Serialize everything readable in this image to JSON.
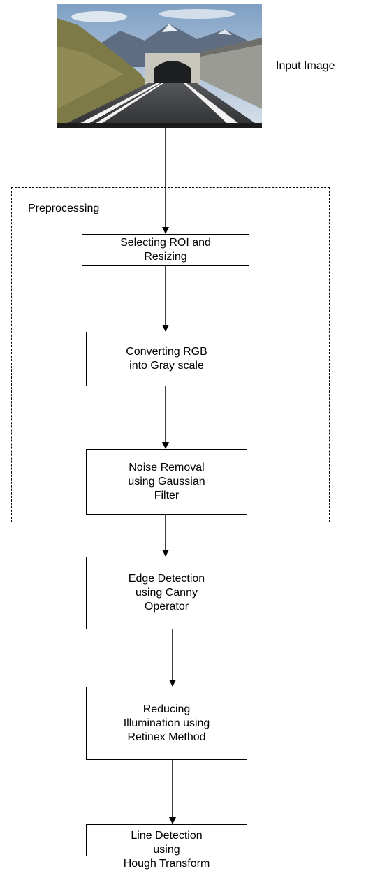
{
  "input": {
    "label": "Input Image",
    "image": "road-tunnel-photo"
  },
  "preprocessing": {
    "label": "Preprocessing"
  },
  "steps": [
    {
      "label": "Selecting ROI and\nResizing"
    },
    {
      "label": "Converting RGB\ninto Gray scale"
    },
    {
      "label": "Noise Removal\nusing Gaussian\nFilter"
    },
    {
      "label": "Edge Detection\nusing Canny\nOperator"
    },
    {
      "label": "Reducing\nIllumination using\nRetinex Method"
    },
    {
      "label": "Line Detection\nusing\nHough Transform"
    }
  ],
  "colors": {
    "sky": "#9fb8d2",
    "mountain": "#5c6f86",
    "road": "#3b3c3e",
    "lane": "#f2f2f2",
    "grass": "#7b7a4a"
  }
}
